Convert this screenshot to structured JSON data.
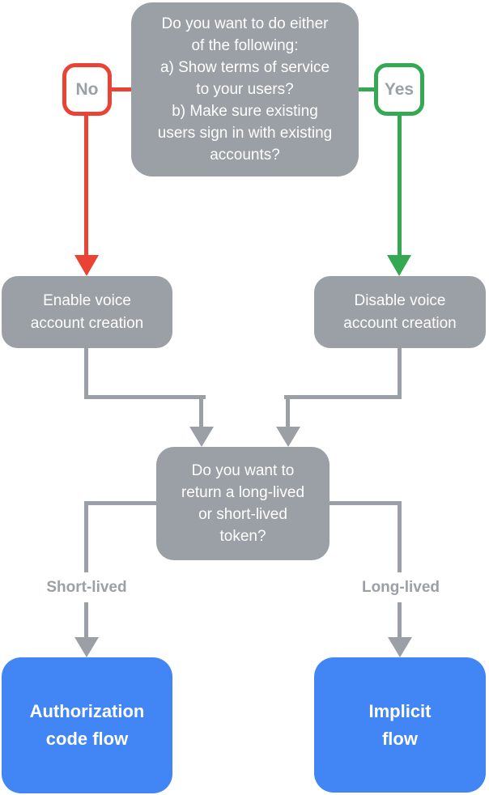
{
  "colors": {
    "gray": "#9AA0A6",
    "red": "#EA4335",
    "green": "#34A853",
    "blue": "#4285F4",
    "white": "#FFFFFF"
  },
  "flowchart": {
    "question1": "Do you want to do either\nof the following:\na) Show terms of service\nto your users?\nb) Make sure existing\nusers sign in with existing\naccounts?",
    "no_label": "No",
    "yes_label": "Yes",
    "enable_box": "Enable voice\naccount creation",
    "disable_box": "Disable voice\naccount creation",
    "question2": "Do you want to\nreturn a long-lived\nor short-lived\ntoken?",
    "short_lived_label": "Short-lived",
    "long_lived_label": "Long-lived",
    "auth_code_box": "Authorization\ncode flow",
    "implicit_box": "Implicit\nflow"
  }
}
